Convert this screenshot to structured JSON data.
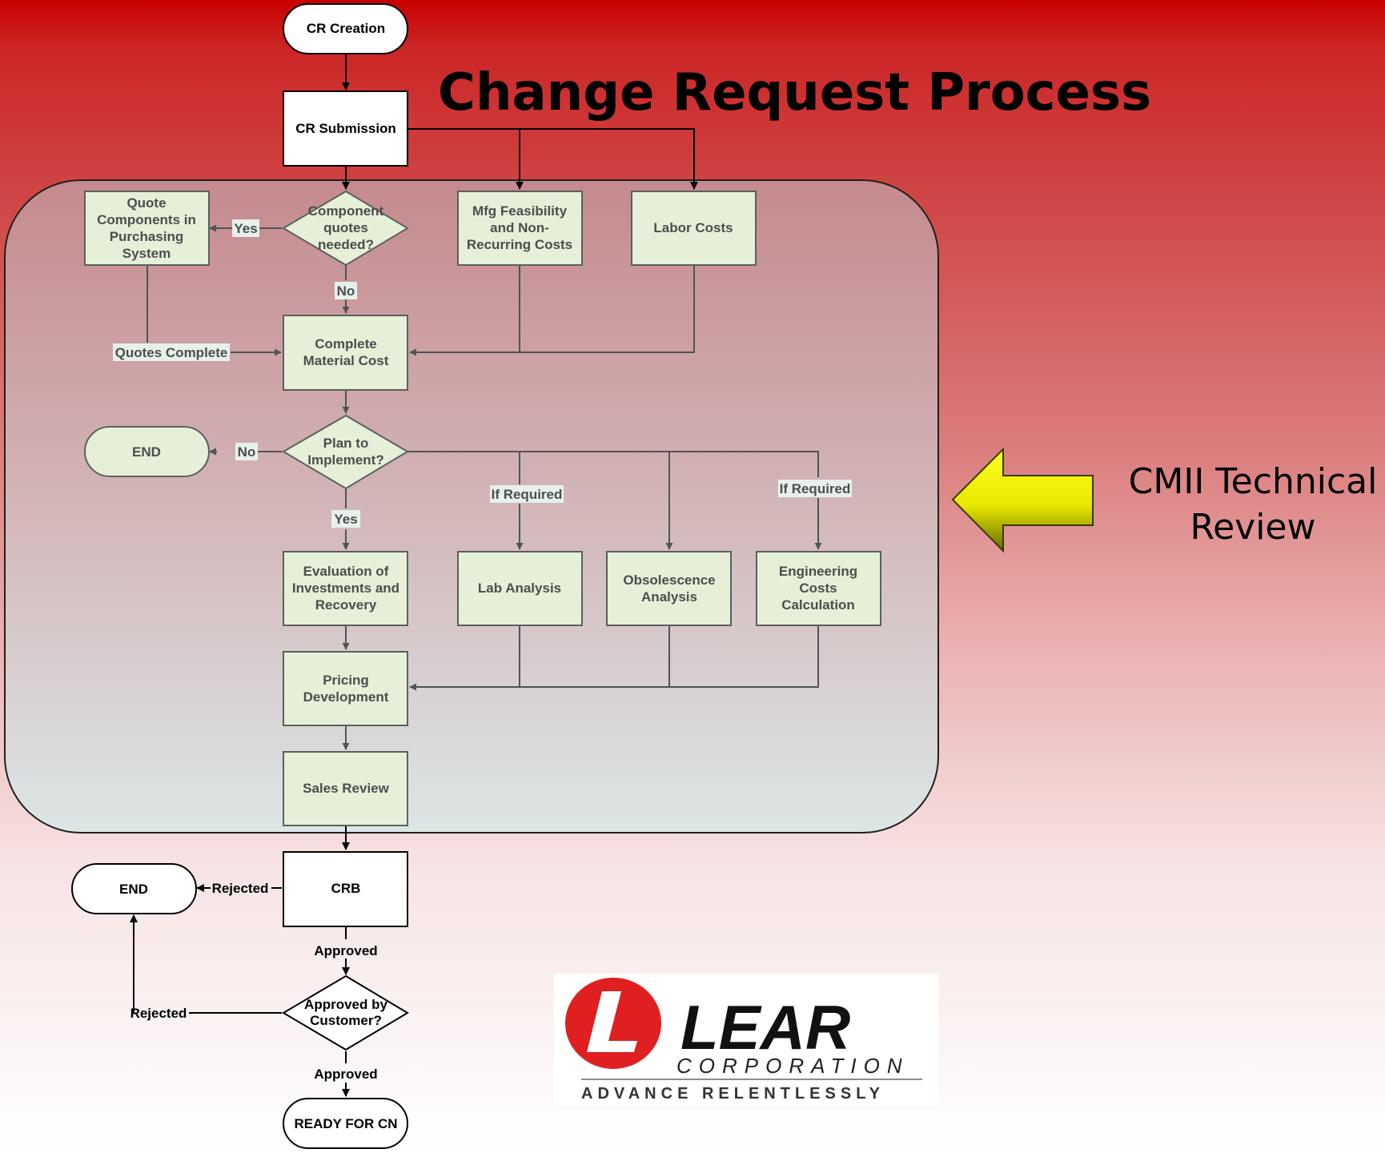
{
  "title": "Change Request Process",
  "side_label": {
    "line1": "CMII Technical",
    "line2": "Review"
  },
  "nodes": {
    "cr_creation": "CR Creation",
    "cr_submission": "CR Submission",
    "component_quotes": [
      "Component",
      "quotes",
      "needed?"
    ],
    "quote_components": [
      "Quote",
      "Components in",
      "Purchasing",
      "System"
    ],
    "mfg_feasibility": [
      "Mfg Feasibility",
      "and Non-",
      "Recurring Costs"
    ],
    "labor_costs": "Labor Costs",
    "complete_material": [
      "Complete",
      "Material Cost"
    ],
    "plan_to_implement": [
      "Plan to",
      "Implement?"
    ],
    "end_1": "END",
    "evaluation": [
      "Evaluation of",
      "Investments and",
      "Recovery"
    ],
    "lab_analysis": "Lab Analysis",
    "obsolescence": [
      "Obsolescence",
      "Analysis"
    ],
    "engineering_costs": [
      "Engineering",
      "Costs",
      "Calculation"
    ],
    "pricing": [
      "Pricing",
      "Development"
    ],
    "sales_review": "Sales Review",
    "crb": "CRB",
    "end_2": "END",
    "approved_by_customer": [
      "Approved by",
      "Customer?"
    ],
    "ready_for_cn": "READY FOR CN"
  },
  "edge_labels": {
    "yes_quotes": "Yes",
    "no_quotes": "No",
    "quotes_complete": "Quotes Complete",
    "no_plan": "No",
    "yes_plan": "Yes",
    "if_required_lab": "If Required",
    "if_required_eng": "If Required",
    "rejected_crb": "Rejected",
    "approved_crb": "Approved",
    "rejected_customer": "Rejected",
    "approved_customer": "Approved"
  },
  "logo": {
    "name": "LEAR",
    "subtitle": "CORPORATION",
    "tagline": "ADVANCE RELENTLESSLY"
  },
  "colors": {
    "node_fill": "#e6f0d8",
    "node_stroke": "#5a6060",
    "arrow_yellow": "#f0f000",
    "logo_red": "#e02020"
  }
}
